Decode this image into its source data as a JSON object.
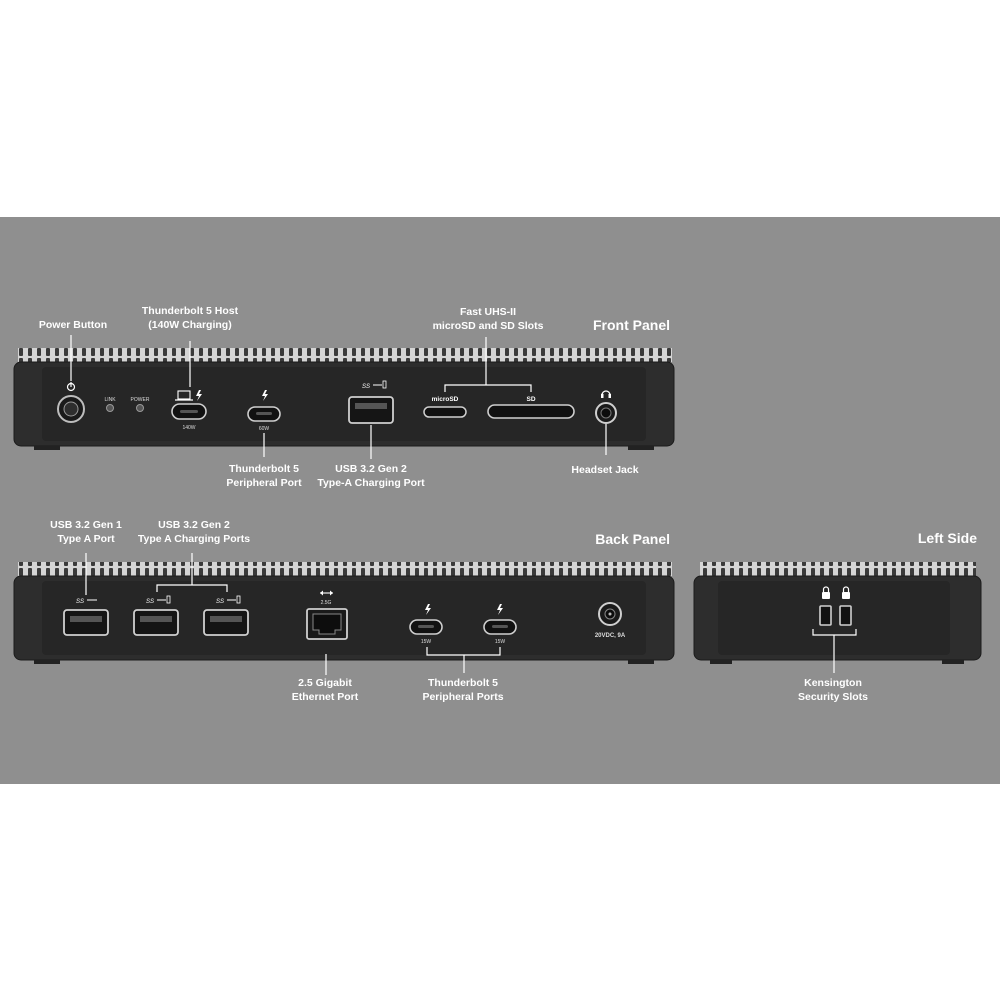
{
  "sections": {
    "front": "Front Panel",
    "back": "Back Panel",
    "left": "Left Side"
  },
  "front": {
    "callouts": {
      "power_button": "Power Button",
      "tb5_host_1": "Thunderbolt 5 Host",
      "tb5_host_2": "(140W Charging)",
      "uhs_1": "Fast UHS-II",
      "uhs_2": "microSD and SD Slots",
      "tb5_periph_1": "Thunderbolt 5",
      "tb5_periph_2": "Peripheral Port",
      "usba_1": "USB 3.2 Gen 2",
      "usba_2": "Type-A Charging Port",
      "headset": "Headset Jack"
    },
    "labels": {
      "link": "LINK",
      "power": "POWER",
      "w140": "140W",
      "w60": "60W",
      "microsd": "microSD",
      "sd": "SD",
      "ss": "SS"
    }
  },
  "back": {
    "callouts": {
      "usb_gen1_1": "USB 3.2 Gen 1",
      "usb_gen1_2": "Type A Port",
      "usb_gen2_1": "USB 3.2 Gen 2",
      "usb_gen2_2": "Type A Charging Ports",
      "eth_1": "2.5 Gigabit",
      "eth_2": "Ethernet Port",
      "tb5_1": "Thunderbolt 5",
      "tb5_2": "Peripheral Ports"
    },
    "labels": {
      "eth_speed": "2.5G",
      "w15a": "15W",
      "w15b": "15W",
      "dc": "20VDC, 9A",
      "ss1": "SS",
      "ss2": "SS",
      "ss3": "SS"
    }
  },
  "left": {
    "callouts": {
      "kensington_1": "Kensington",
      "kensington_2": "Security Slots"
    }
  },
  "colors": {
    "background": "#8f8f8f",
    "device": "#2a2a2a",
    "text": "#ffffff"
  }
}
